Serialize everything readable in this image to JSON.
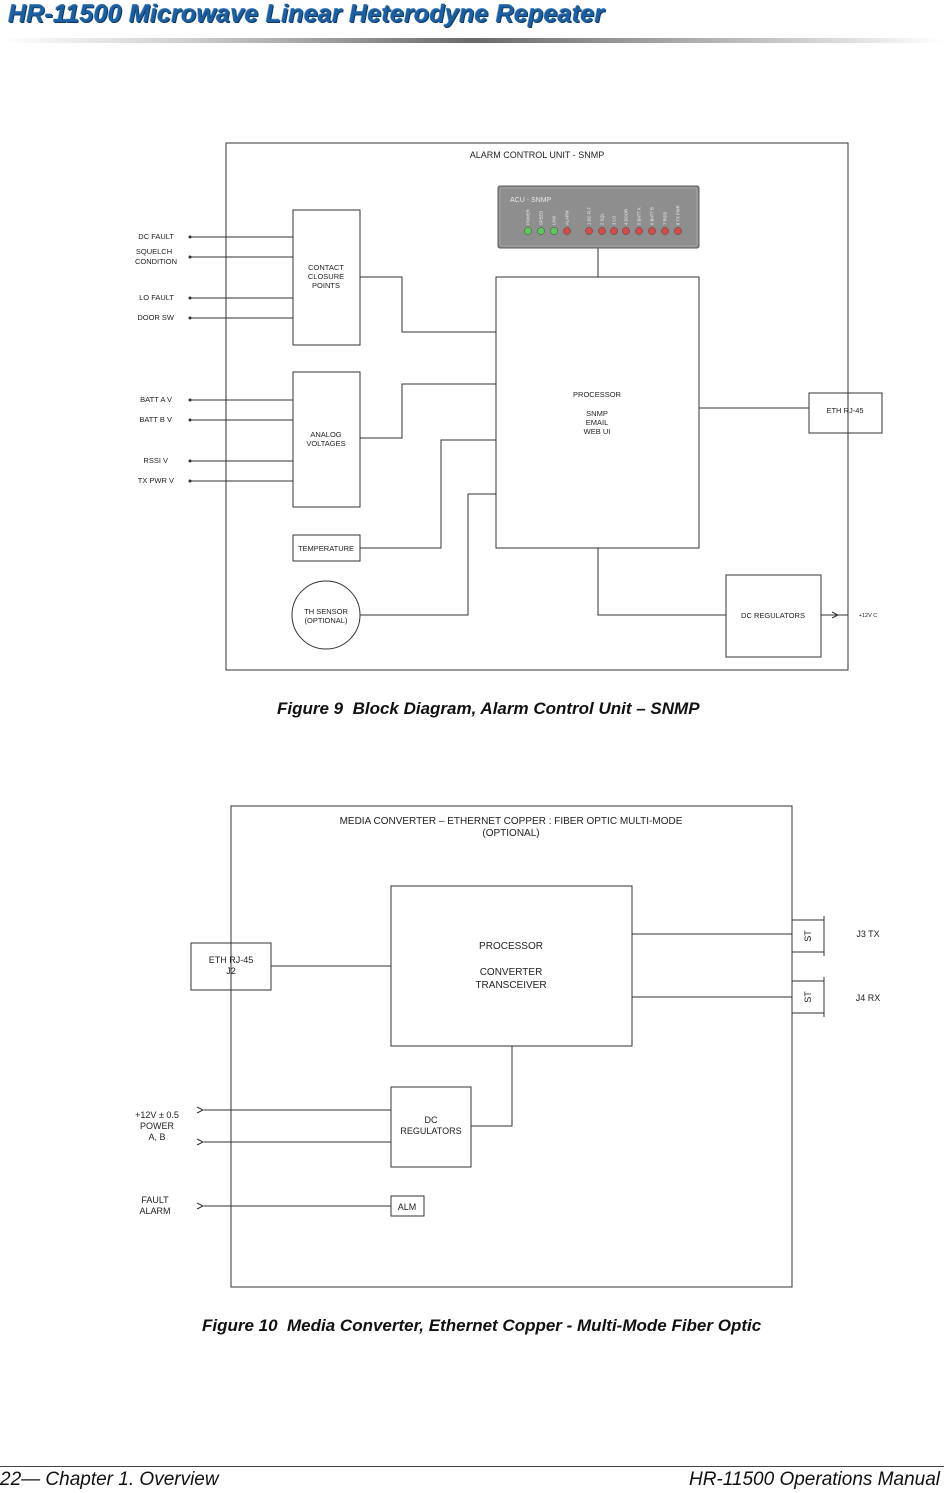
{
  "header": {
    "title": "HR-11500 Microwave Linear Heterodyne Repeater"
  },
  "figure9": {
    "unit_title": "ALARM CONTROL UNIT - SNMP",
    "inputs": [
      "DC FAULT",
      "SQUELCH",
      "CONDITION",
      "LO FAULT",
      "DOOR SW",
      "BATT A V",
      "BATT B V",
      "RSSI V",
      "TX PWR V"
    ],
    "contact_block": [
      "CONTACT",
      "CLOSURE",
      "POINTS"
    ],
    "analog_block": [
      "ANALOG",
      "VOLTAGES"
    ],
    "temperature": "TEMPERATURE",
    "th_sensor": [
      "TH SENSOR",
      "(OPTIONAL)"
    ],
    "processor": [
      "PROCESSOR",
      "SNMP",
      "EMAIL",
      "WEB UI"
    ],
    "eth": "ETH RJ-45",
    "dc_regulators": "DC REGULATORS",
    "power_in": "+12V C",
    "panel": {
      "title": "ACU - SNMP",
      "leds": [
        "POWER",
        "SPEED",
        "LINK",
        "ALARM",
        "1 DC FLT",
        "2 SQL",
        "3 LO",
        "4 DOOR",
        "5 BATT A",
        "6 BATT B",
        "7 RSSI",
        "8 TX PWR"
      ],
      "led_colors": [
        "#5cc85c",
        "#5cc85c",
        "#5cc85c",
        "#d64a4a",
        "#d64a4a",
        "#d64a4a",
        "#d64a4a",
        "#d64a4a",
        "#d64a4a",
        "#d64a4a",
        "#d64a4a",
        "#d64a4a"
      ]
    },
    "caption": "Figure 9  Block Diagram, Alarm Control Unit – SNMP"
  },
  "figure10": {
    "title_line1": "MEDIA CONVERTER – ETHERNET COPPER : FIBER OPTIC MULTI-MODE",
    "title_line2": "(OPTIONAL)",
    "eth": [
      "ETH RJ-45",
      "J2"
    ],
    "processor": [
      "PROCESSOR",
      "CONVERTER",
      "TRANSCEIVER"
    ],
    "st_label": "ST",
    "j3": "J3 TX",
    "j4": "J4 RX",
    "dc_regulators": [
      "DC",
      "REGULATORS"
    ],
    "power_in": [
      "+12V ± 0.5",
      "POWER",
      "A, B"
    ],
    "fault": [
      "FAULT",
      "ALARM"
    ],
    "alm": "ALM",
    "caption": "Figure 10  Media Converter, Ethernet Copper - Multi-Mode Fiber Optic"
  },
  "footer": {
    "left": "22— Chapter 1.  Overview",
    "right": "HR-11500 Operations Manual"
  }
}
